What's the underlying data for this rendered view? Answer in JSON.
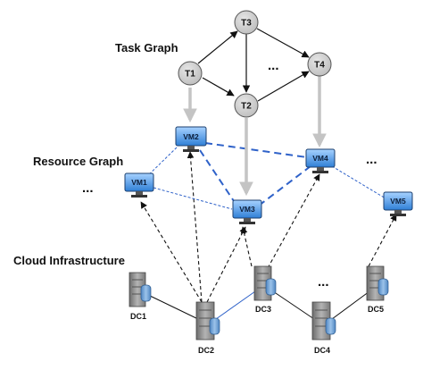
{
  "sections": {
    "task_graph": "Task Graph",
    "resource_graph": "Resource Graph",
    "cloud_infrastructure": "Cloud Infrastructure"
  },
  "tasks": [
    "T1",
    "T2",
    "T3",
    "T4"
  ],
  "vms": [
    "VM1",
    "VM2",
    "VM3",
    "VM4",
    "VM5"
  ],
  "datacenters": [
    "DC1",
    "DC2",
    "DC3",
    "DC4",
    "DC5"
  ],
  "ellipsis": "...",
  "colors": {
    "task_fill": "#cfcfcf",
    "mapping_arrow": "#c4c4c4",
    "vm_link": "#2f62c9",
    "vm_screen": "#3e8ee0",
    "dc_link": "#2f62c9",
    "server_body": "#8a8a8a",
    "database": "#6fa0d4"
  }
}
